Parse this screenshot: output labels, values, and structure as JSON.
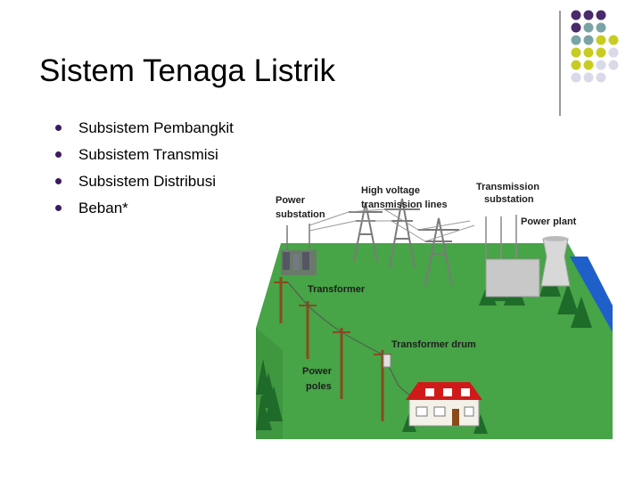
{
  "slide": {
    "title": "Sistem Tenaga Listrik",
    "bullets": [
      "Subsistem Pembangkit",
      "Subsistem Transmisi",
      "Subsistem Distribusi",
      "Beban*"
    ]
  },
  "illustration": {
    "labels": {
      "power_substation_1": "Power",
      "power_substation_2": "substation",
      "hv_lines_1": "High voltage",
      "hv_lines_2": "transmission lines",
      "trans_substation_1": "Transmission",
      "trans_substation_2": "substation",
      "power_plant": "Power plant",
      "transformer": "Transformer",
      "transformer_drum": "Transformer drum",
      "power_poles_1": "Power",
      "power_poles_2": "poles"
    }
  },
  "colors": {
    "purple": "#4a2a6a",
    "teal": "#7aa3a5",
    "yellow": "#c8cc22",
    "lavender": "#d9d9ea"
  }
}
